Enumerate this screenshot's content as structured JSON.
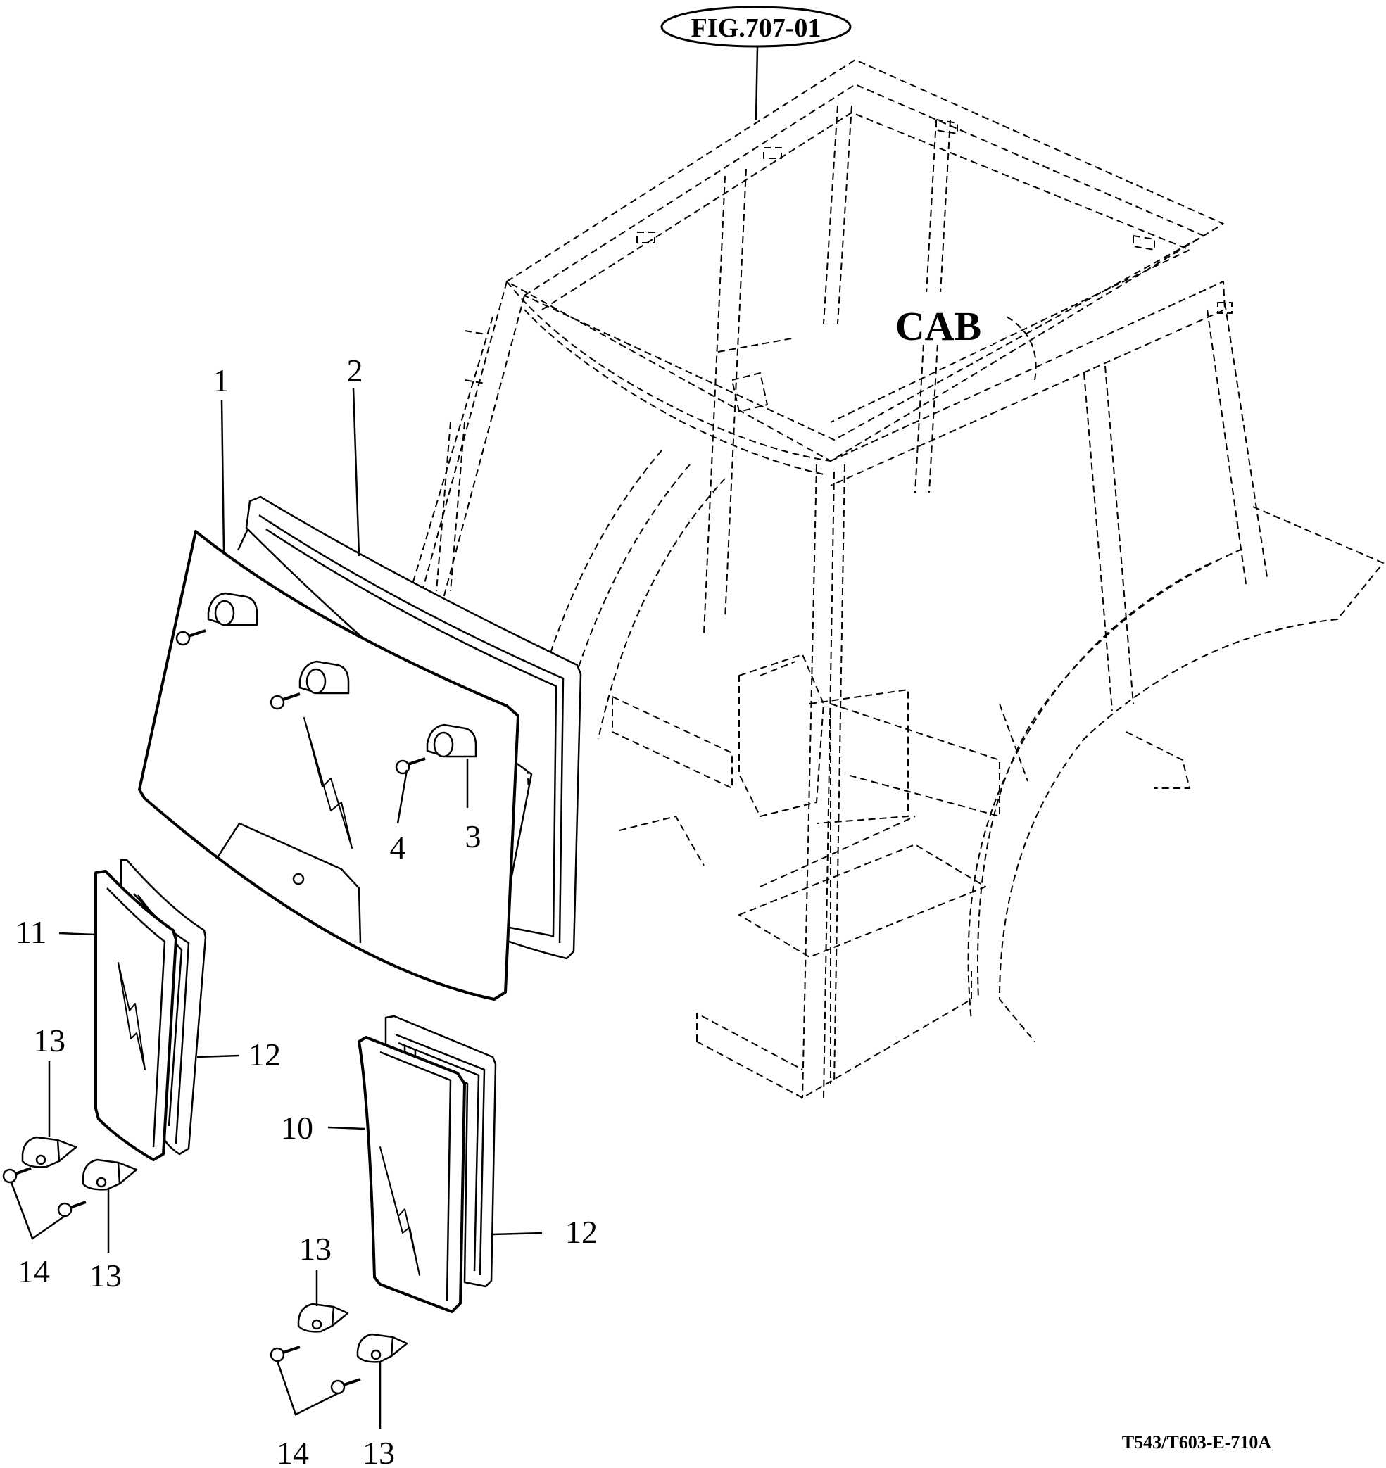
{
  "figure_id": "FIG.707-01",
  "assembly_label": "CAB",
  "drawing_code": "T543/T603-E-710A",
  "callouts": {
    "c1": "1",
    "c2": "2",
    "c3": "3",
    "c4": "4",
    "c10": "10",
    "c11": "11",
    "c12a": "12",
    "c12b": "12",
    "c13a": "13",
    "c13b": "13",
    "c13c": "13",
    "c13d": "13",
    "c14a": "14",
    "c14b": "14"
  }
}
